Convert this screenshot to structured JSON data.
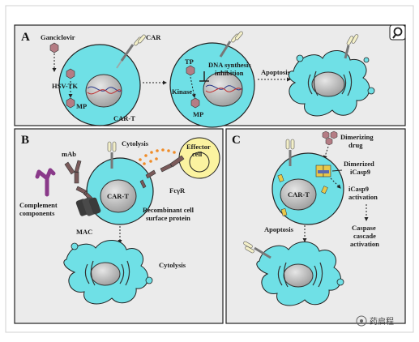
{
  "panels": {
    "A": {
      "letter": "A",
      "ganciclovir": "Ganciclovir",
      "hsv_tk": "HSV-TK",
      "mp_left": "MP",
      "car_left": "CAR",
      "cart_left": "CAR-T",
      "tp": "TP",
      "kinase": "Kinase",
      "mp_mid": "MP",
      "dna_synthesis": "DNA synthesis",
      "inhibition": "inhibition",
      "apoptosis": "Apoptosis"
    },
    "B": {
      "letter": "B",
      "cytolysis_top": "Cytolysis",
      "effector": "Effector",
      "cell": "cell",
      "mab": "mAb",
      "cart": "CAR-T",
      "complement1": "Complement",
      "complement2": "components",
      "mac": "MAC",
      "fcgr": "FcγR",
      "recomb1": "Recombinant cell",
      "recomb2": "surface protein",
      "cytolysis_bottom": "Cytolysis"
    },
    "C": {
      "letter": "C",
      "dimerizing1": "Dimerizing",
      "dimerizing2": "drug",
      "dimerized1": "Dimerized",
      "dimerized2": "iCasp9",
      "cart": "CAR-T",
      "icasp1": "iCasp9",
      "icasp2": "activation",
      "apoptosis": "Apoptosis",
      "caspase1": "Caspase",
      "caspase2": "cascade",
      "caspase3": "activation"
    },
    "watermark": "药启程"
  },
  "colors": {
    "cell_fill": "#6fe0e6",
    "nucleus_fill": "#bdbdbd",
    "panel_bg": "#ebebeb",
    "outline": "#222222",
    "drug_hex": "#b47c84",
    "protein": "#7a5a5a",
    "mac": "#3b3b3b",
    "effector_fill": "#fbf3a0",
    "complement": "#8a3a8a",
    "dots": "#f08c28"
  }
}
